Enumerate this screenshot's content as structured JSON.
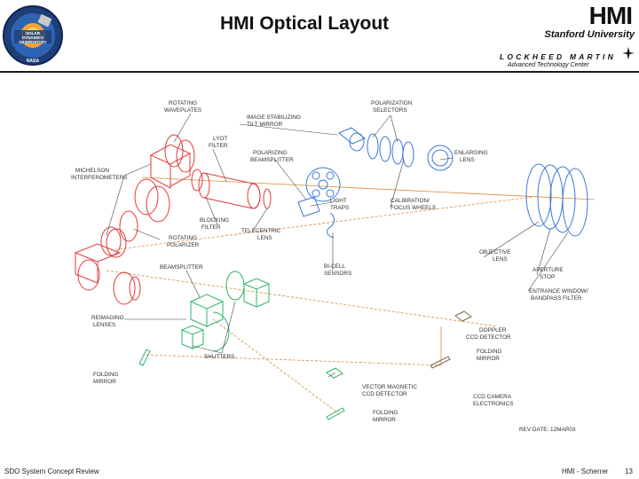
{
  "header": {
    "title": "HMI Optical Layout",
    "hmi": "HMI",
    "stanford": "Stanford University",
    "lockheed": "LOCKHEED MARTIN",
    "atc": "Advanced Technology Center"
  },
  "logo": {
    "ring_top": "S·O·L·A·R D·Y·N·A·M·I·C·S",
    "line1": "SOLAR",
    "line2": "DYNAMICS",
    "line3": "OBSERVATORY",
    "agency": "NASA"
  },
  "footer": {
    "left": "SDO System Concept Review",
    "middle": "HMI - Scherrer",
    "page": "13"
  },
  "labels": {
    "rotating_waveplates": [
      "ROTATING",
      "WAVEPLATES"
    ],
    "image_stabilizing": [
      "IMAGE STABILIZING",
      "TILT MIRROR"
    ],
    "polarization_selectors": [
      "POLARIZATION",
      "SELECTORS"
    ],
    "lyot_filter": [
      "LYOT",
      "FILTER"
    ],
    "polarizing_beamsplitter": [
      "POLARIZING",
      "BEAMSPLITTER"
    ],
    "michelson": [
      "MICHELSON",
      "INTERFEROMETERS"
    ],
    "enlarging_lens": [
      "ENLARGING",
      "LENS"
    ],
    "light_traps": [
      "LIGHT",
      "TRAPS"
    ],
    "calibration_focus": [
      "CALIBRATION/",
      "FOCUS WHEELS"
    ],
    "blocking_filter": [
      "BLOCKING",
      "FILTER"
    ],
    "telecentric_lens": [
      "TELECENTRIC",
      "LENS"
    ],
    "rotating_polarizer": [
      "ROTATING",
      "POLARIZER"
    ],
    "objective_lens": [
      "OBJECTIVE",
      "LENS"
    ],
    "bicell_sensors": [
      "BI-CELL",
      "SENSORS"
    ],
    "beamsplitter": [
      "BEAMSPLITTER"
    ],
    "aperture_stop": [
      "APERTURE",
      "STOP"
    ],
    "entrance_window": [
      "ENTRANCE WINDOW/",
      "BANDPASS FILTER"
    ],
    "refocusing_lenses": [
      "REIMAGING",
      "LENSES"
    ],
    "doppler_ccd": [
      "DOPPLER",
      "CCD DETECTOR"
    ],
    "folding_mirror_right": [
      "FOLDING",
      "MIRROR"
    ],
    "shutters": [
      "SHUTTERS"
    ],
    "folding_mirror_left": [
      "FOLDING",
      "MIRROR"
    ],
    "vector_ccd": [
      "VECTOR MAGNETIC",
      "CCD DETECTOR"
    ],
    "ccd_electronics": [
      "CCD CAMERA",
      "ELECTRONICS"
    ],
    "folding_mirror_bottom": [
      "FOLDING",
      "MIRROR"
    ],
    "rev_date": [
      "REV DATE: 12MAR03"
    ]
  },
  "colors": {
    "red_optics": "#e23b3b",
    "blue_optics": "#3a78d8",
    "green_optics": "#2fb36a",
    "beam": "#d98b3a",
    "leader": "#444444"
  }
}
